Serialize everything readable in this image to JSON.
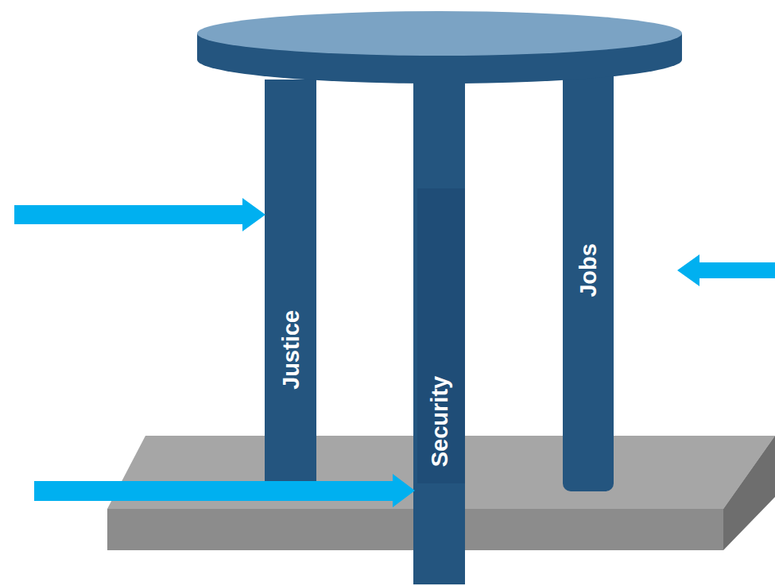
{
  "diagram": {
    "nodes": [
      {
        "text": [
          "Justice"
        ]
      },
      {
        "text": [
          "Security"
        ]
      },
      {
        "text": [
          "Jobs"
        ]
      }
    ]
  }
}
